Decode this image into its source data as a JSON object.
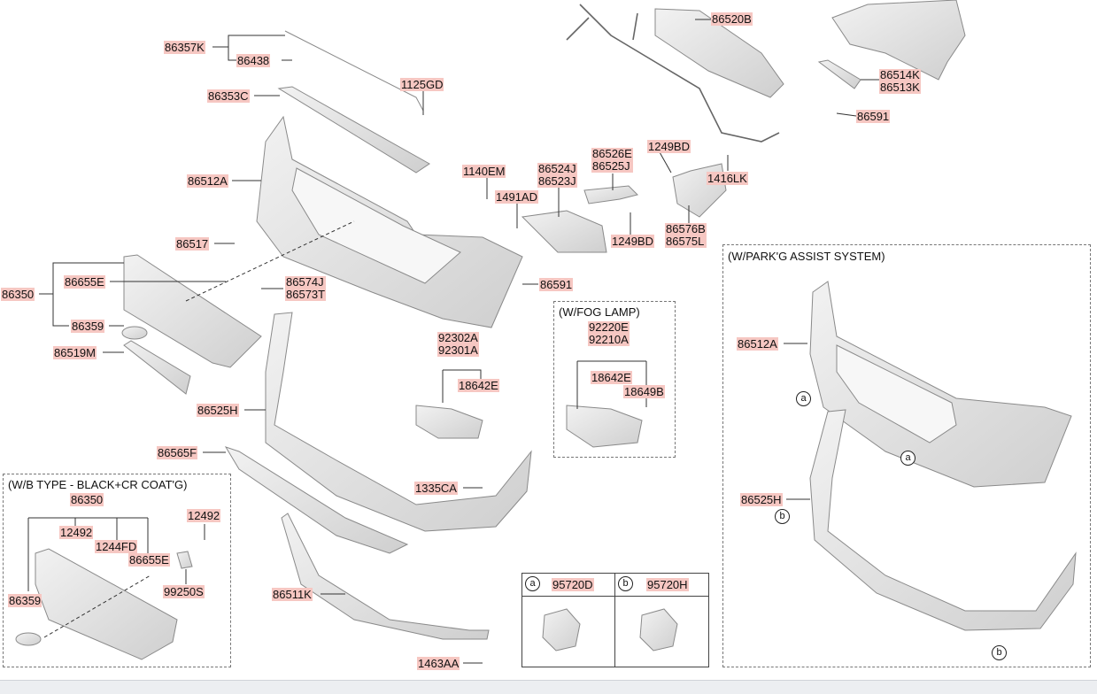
{
  "parts": {
    "p86357K": "86357K",
    "p86438": "86438",
    "p86353C": "86353C",
    "p1125GD": "1125GD",
    "p86520B": "86520B",
    "p86514K": "86514K",
    "p86513K": "86513K",
    "p86591_top": "86591",
    "p86512A": "86512A",
    "p1140EM": "1140EM",
    "p86524J": "86524J",
    "p86523J": "86523J",
    "p86526E": "86526E",
    "p86525J": "86525J",
    "p1249BD_a": "1249BD",
    "p1416LK": "1416LK",
    "p1491AD": "1491AD",
    "p1249BD_b": "1249BD",
    "p86576B": "86576B",
    "p86575L": "86575L",
    "p86517": "86517",
    "p86591_mid": "86591",
    "p86350": "86350",
    "p86655E": "86655E",
    "p86574J": "86574J",
    "p86573T": "86573T",
    "p86359": "86359",
    "p86519M": "86519M",
    "p92302A": "92302A",
    "p92301A": "92301A",
    "p18642E": "18642E",
    "p86525H": "86525H",
    "p86565F": "86565F",
    "p1335CA": "1335CA",
    "p86511K": "86511K",
    "p1463AA": "1463AA"
  },
  "fog_lamp": {
    "title": "(W/FOG LAMP)",
    "p92220E": "92220E",
    "p92210A": "92210A",
    "p18642E": "18642E",
    "p18649B": "18649B"
  },
  "wb_type": {
    "title": "(W/B TYPE - BLACK+CR COAT'G)",
    "p86350": "86350",
    "p12492_a": "12492",
    "p12492_b": "12492",
    "p1244FD": "1244FD",
    "p86655E": "86655E",
    "p99250S": "99250S",
    "p86359": "86359"
  },
  "park_assist": {
    "title": "(W/PARK'G ASSIST SYSTEM)",
    "p86512A": "86512A",
    "p86525H": "86525H",
    "callout_a1": "a",
    "callout_a2": "a",
    "callout_b1": "b",
    "callout_b2": "b"
  },
  "legend": {
    "a_letter": "a",
    "a_part": "95720D",
    "b_letter": "b",
    "b_part": "95720H"
  },
  "colors": {
    "part_fill": "#e4e4e4",
    "part_stroke": "#8a8a8a",
    "label_bg": "#f6c7c2",
    "leader": "#333333"
  }
}
